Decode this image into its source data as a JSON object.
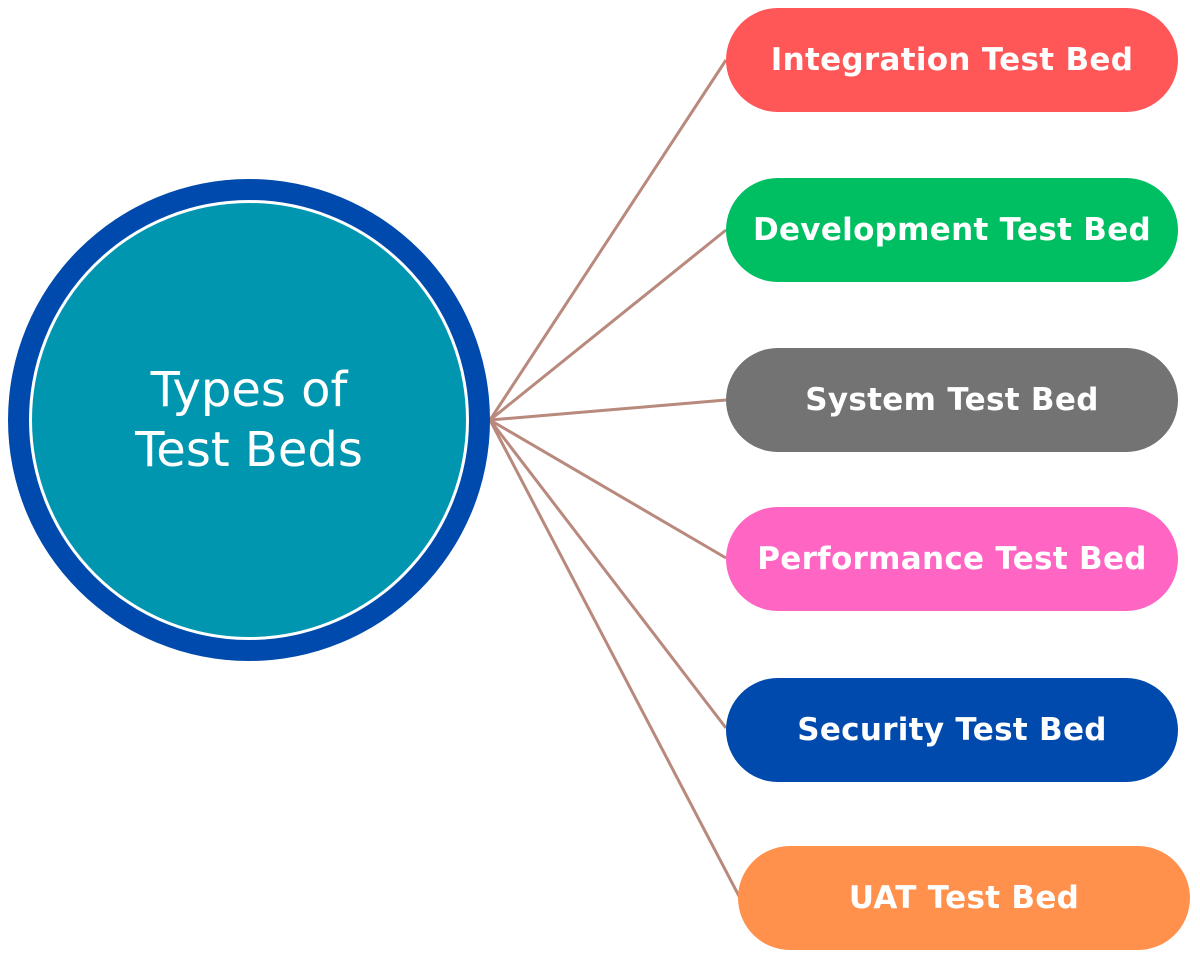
{
  "center": {
    "line1": "Types of",
    "line2": "Test Beds",
    "ring_color": "#004AAD",
    "fill_color": "#0096B0"
  },
  "connector_color": "#B8897C",
  "items": [
    {
      "label": "Integration Test Bed",
      "color": "#FF5757"
    },
    {
      "label": "Development Test Bed",
      "color": "#00BF63"
    },
    {
      "label": "System Test Bed",
      "color": "#737373"
    },
    {
      "label": "Performance Test Bed",
      "color": "#FF66C4"
    },
    {
      "label": "Security Test Bed",
      "color": "#004AAD"
    },
    {
      "label": "UAT Test Bed",
      "color": "#FF914D"
    }
  ]
}
